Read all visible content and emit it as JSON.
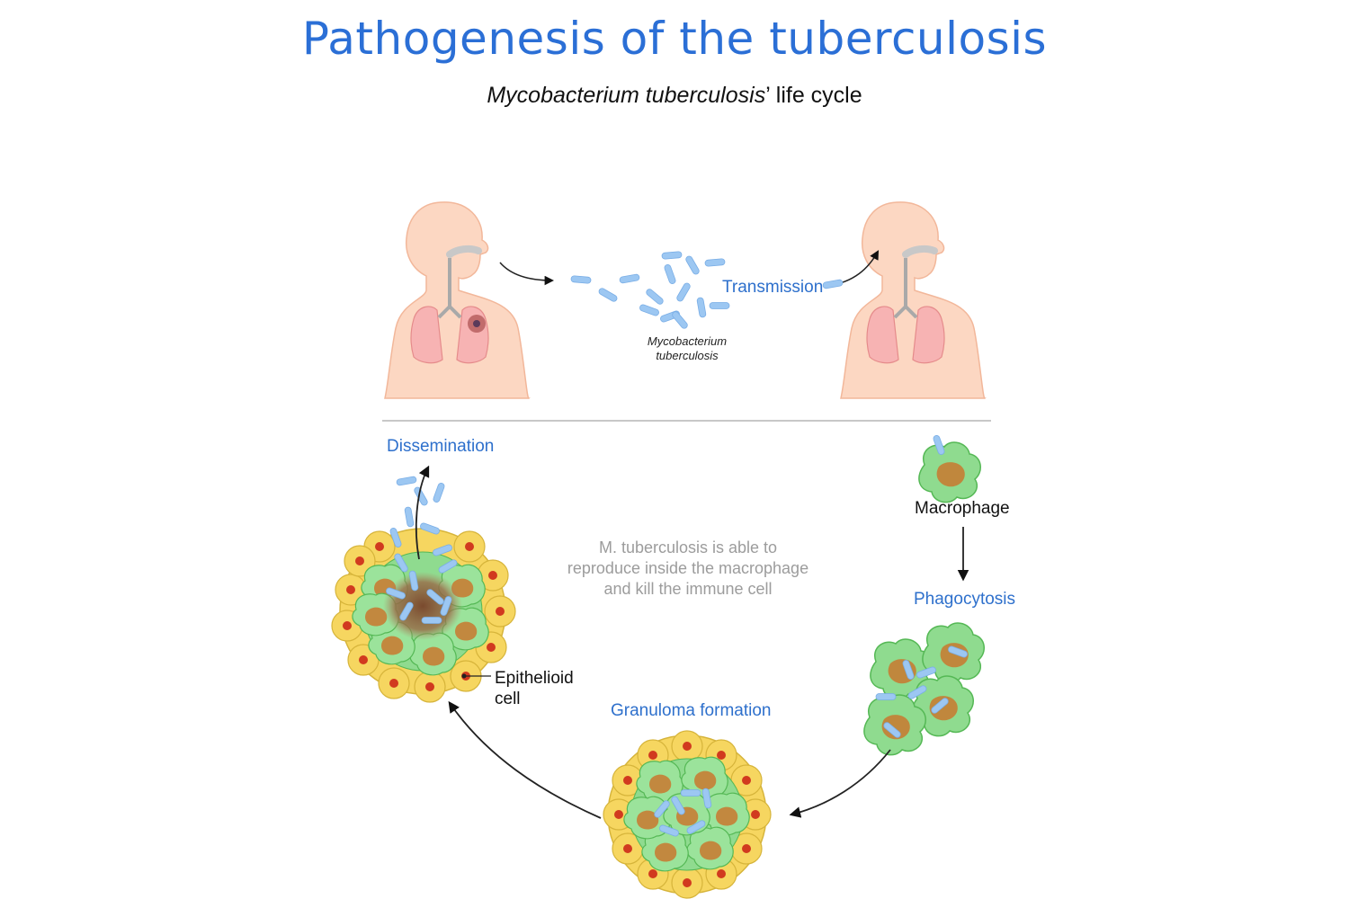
{
  "title": "Pathogenesis of the tuberculosis",
  "subtitle": {
    "italic_part": "Mycobacterium tuberculosis",
    "rest": "’ life cycle"
  },
  "labels": {
    "transmission": "Transmission",
    "bacteria_line1": "Mycobacterium",
    "bacteria_line2": "tuberculosis",
    "dissemination": "Dissemination",
    "macrophage": "Macrophage",
    "phagocytosis": "Phagocytosis",
    "granuloma_formation": "Granuloma formation",
    "epithelioid_line1": "Epithelioid",
    "epithelioid_line2": "cell",
    "note_line1": "M. tuberculosis is able to",
    "note_line2": "reproduce inside the macrophage",
    "note_line3": "and kill the immune cell"
  },
  "colors": {
    "title_blue": "#2b6fd6",
    "label_blue": "#2e70cc",
    "skin": "#fcd9c4",
    "lung": "#f7a9a9",
    "bacteria": "#9cc7f2",
    "macrophage": "#8fdb8f",
    "nucleus": "#c9782f",
    "epithelioid": "#f6d660",
    "epithelioid_nucleus": "#d13a1f",
    "caseum": "#8b5a3c"
  },
  "icons": [
    "human-silhouette-icon",
    "lungs-icon",
    "bacteria-icon",
    "macrophage-icon",
    "granuloma-icon",
    "arrow-icon"
  ]
}
